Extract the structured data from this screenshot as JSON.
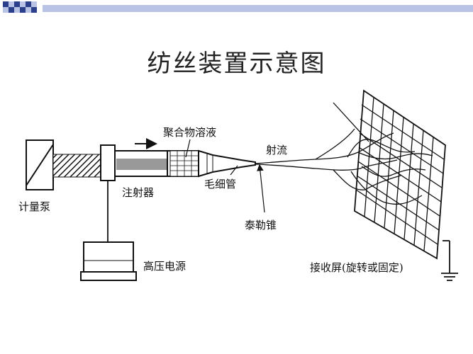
{
  "slide": {
    "title": "纺丝装置示意图"
  },
  "labels": {
    "polymer_solution": "聚合物溶液",
    "jet": "射流",
    "metering_pump": "计量泵",
    "syringe": "注射器",
    "capillary": "毛细管",
    "taylor_cone": "泰勒锥",
    "hv_supply": "高压电源",
    "collector": "接收屏(旋转或固定)"
  },
  "colors": {
    "checker_dark": "#2b3f8a",
    "checker_light": "#b8c3e6",
    "line": "#111111"
  }
}
